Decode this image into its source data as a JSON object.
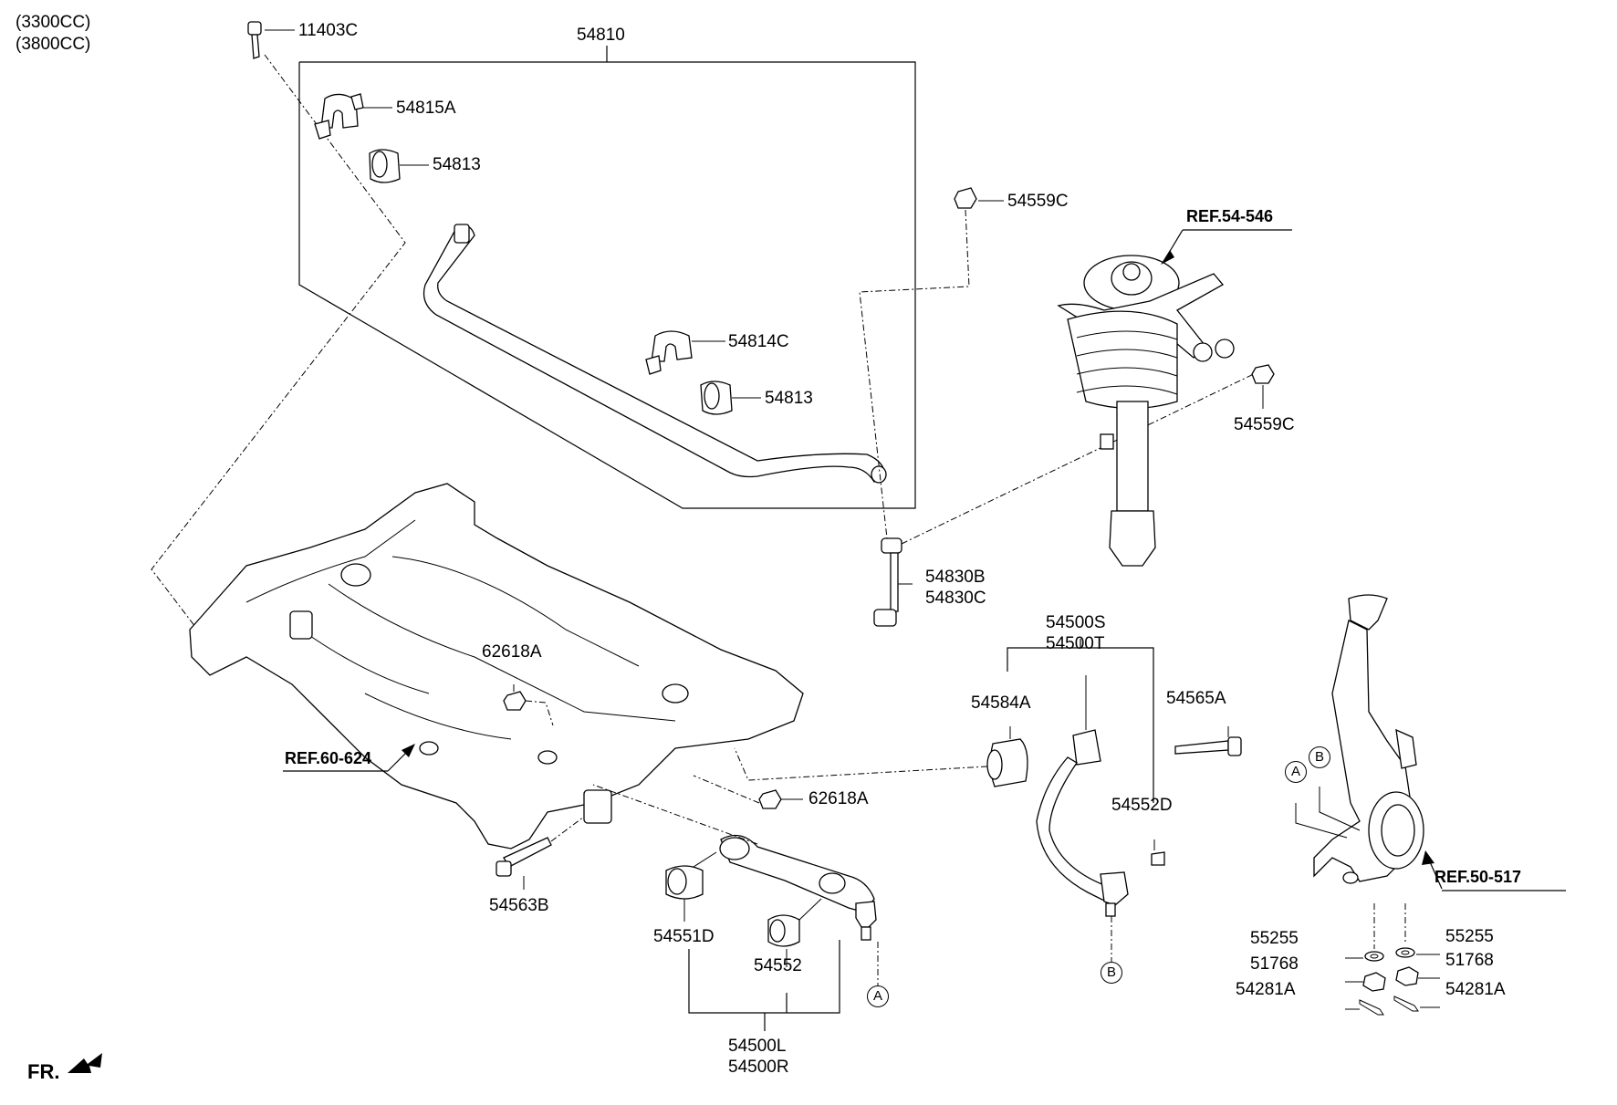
{
  "engine_variants": [
    "(3300CC)",
    "(3800CC)"
  ],
  "labels": {
    "p11403c": "11403C",
    "p54810": "54810",
    "p54815a": "54815A",
    "p54813_top": "54813",
    "p54559c_top": "54559C",
    "p54814c": "54814C",
    "p54813_mid": "54813",
    "p54559c_right": "54559C",
    "p54830b": "54830B",
    "p54830c": "54830C",
    "p62618a_top": "62618A",
    "p62618a_bottom": "62618A",
    "p54500s": "54500S",
    "p54500t": "54500T",
    "p54584a": "54584A",
    "p54565a": "54565A",
    "p54552d": "54552D",
    "p54563b": "54563B",
    "p54551d": "54551D",
    "p54552": "54552",
    "p54500l": "54500L",
    "p54500r": "54500R",
    "p55255_left": "55255",
    "p55255_right": "55255",
    "p51768_left": "51768",
    "p51768_right": "51768",
    "p54281a_left": "54281A",
    "p54281a_right": "54281A"
  },
  "refs": {
    "ref_strut": "REF.54-546",
    "ref_subframe": "REF.60-624",
    "ref_knuckle": "REF.50-517"
  },
  "markers": {
    "a": "A",
    "b": "B"
  },
  "front_indicator": "FR."
}
